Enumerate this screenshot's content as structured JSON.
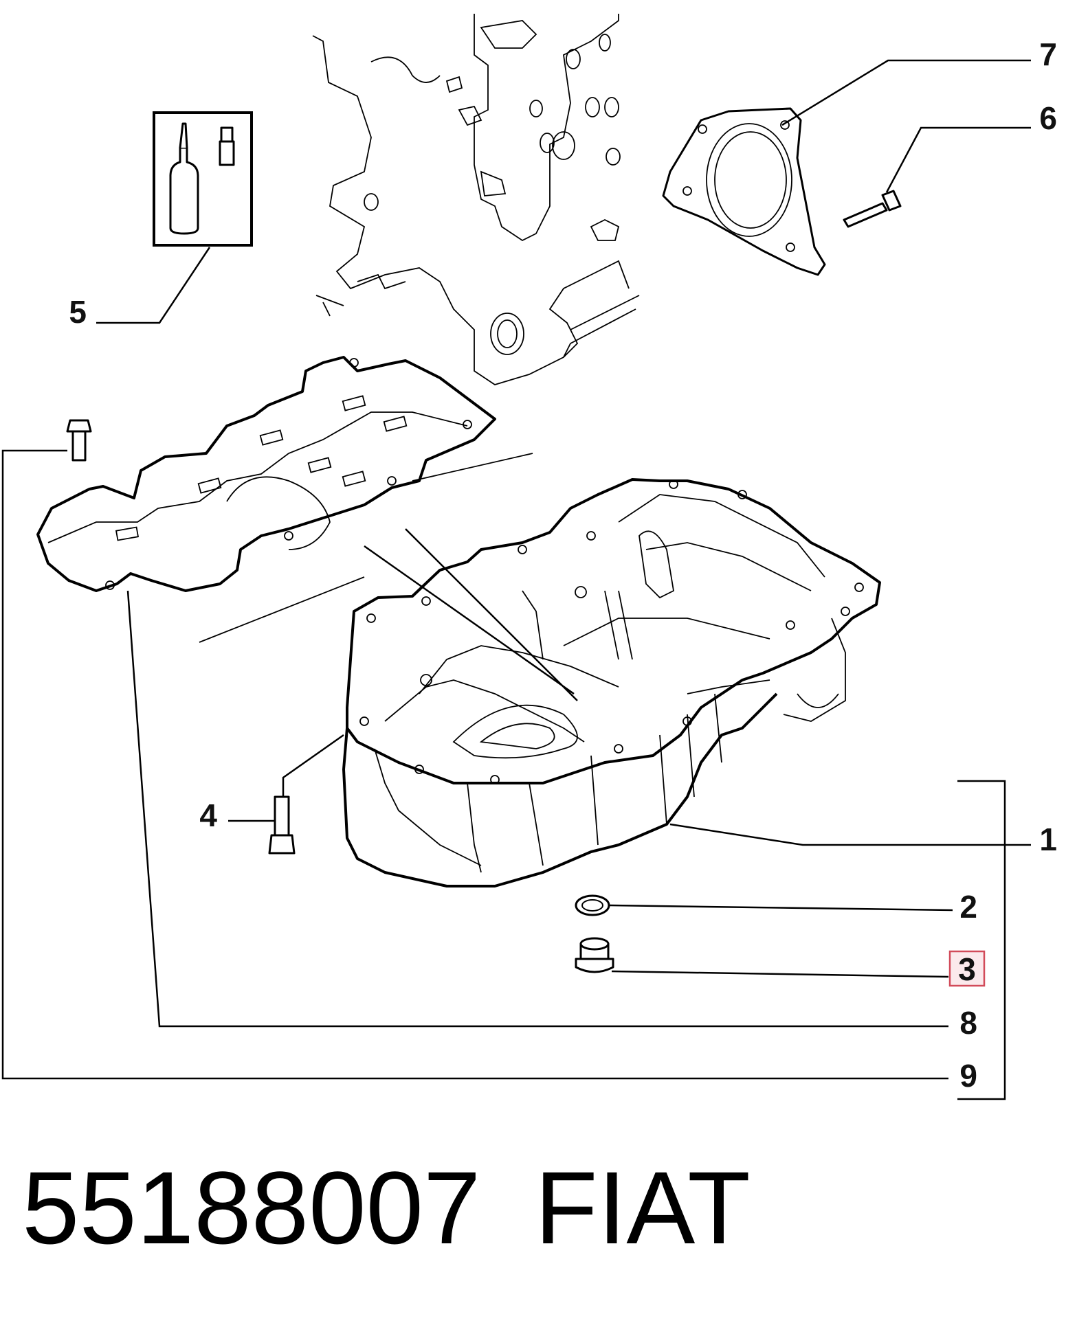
{
  "callouts": {
    "c1": "1",
    "c2": "2",
    "c3": "3",
    "c4": "4",
    "c5": "5",
    "c6": "6",
    "c7": "7",
    "c8": "8",
    "c9": "9"
  },
  "highlighted_callout": "3",
  "footer": {
    "part_number": "55188007",
    "brand": "FIAT"
  },
  "colors": {
    "highlight_border": "#d24b5a",
    "highlight_fill": "#fbe9ec",
    "line": "#000000"
  }
}
